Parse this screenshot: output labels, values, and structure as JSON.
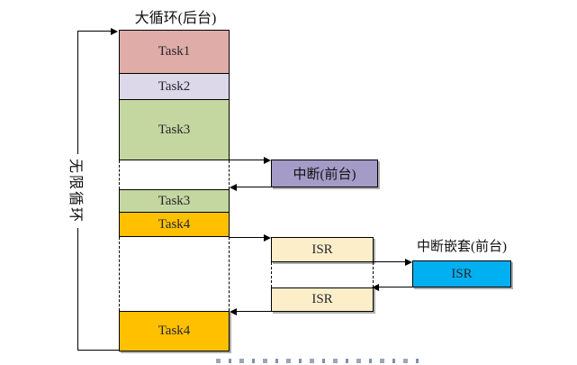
{
  "colors": {
    "task1": "#DFACA8",
    "task2": "#DCD8E9",
    "task3": "#C5D7A0",
    "task4": "#FFC000",
    "interrupt": "#A49BC7",
    "isr": "#FCEEC9",
    "isr_nested": "#00B0F0",
    "line": "#000000"
  },
  "background_loop": {
    "title": "大循环(后台)",
    "loop_label": "无限循环",
    "rows": [
      {
        "label": "Task1"
      },
      {
        "label": "Task2"
      },
      {
        "label": "Task3"
      },
      {
        "label": "Task3"
      },
      {
        "label": "Task4"
      },
      {
        "label": "Task4"
      }
    ]
  },
  "foreground": {
    "interrupt_label": "中断(前台)",
    "isr_upper": "ISR",
    "isr_lower": "ISR",
    "nested_title": "中断嵌套(前台)",
    "nested_isr": "ISR"
  }
}
